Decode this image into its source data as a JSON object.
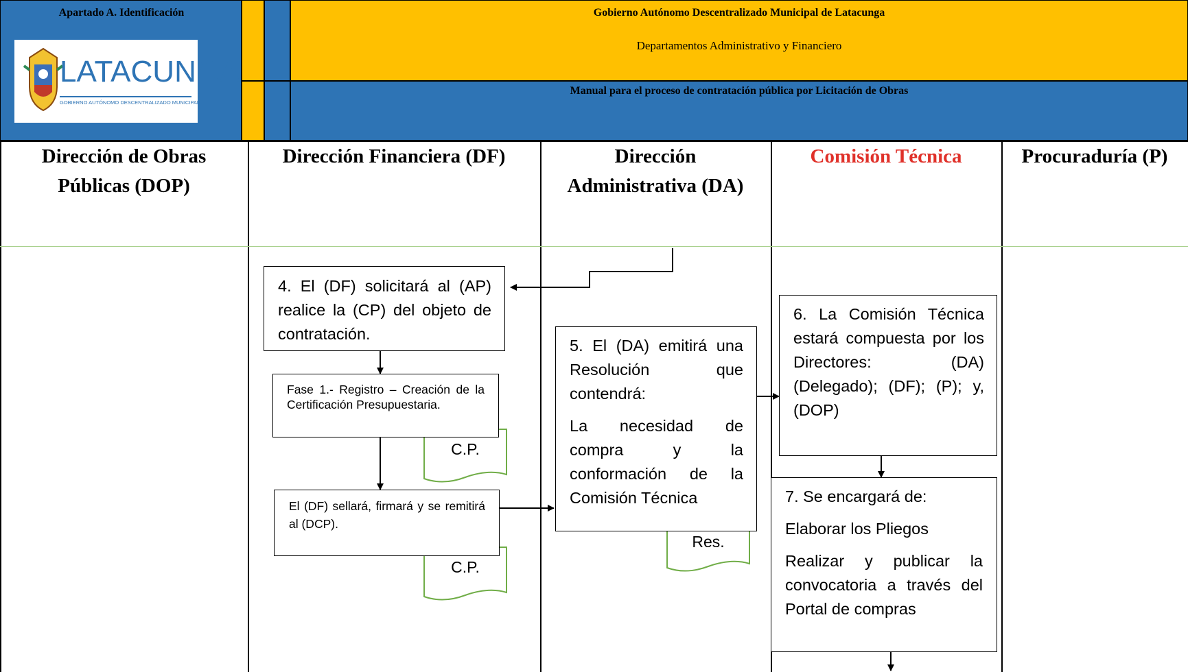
{
  "header": {
    "section_label": "Apartado  A. Identificación",
    "logo": {
      "wordmark": "LATACUNGA",
      "subtitle": "GOBIERNO AUTÓNOMO DESCENTRALIZADO MUNICIPAL"
    },
    "title": "Gobierno Autónomo Descentralizado Municipal de Latacunga",
    "subtitle": "Departamentos Administrativo y Financiero",
    "manual": "Manual para el proceso de contratación pública por Licitación de Obras"
  },
  "lanes": [
    {
      "title_line1": "Dirección de Obras",
      "title_line2": "Públicas (DOP)"
    },
    {
      "title_line1": "Dirección Financiera (DF)",
      "title_line2": ""
    },
    {
      "title_line1": "Dirección",
      "title_line2": "Administrativa (DA)"
    },
    {
      "title_line1": "Comisión Técnica",
      "title_line2": "",
      "color": "#E0312A"
    },
    {
      "title_line1": "Procuraduría  (P)",
      "title_line2": ""
    }
  ],
  "steps": {
    "step4": "4. El (DF) solicitará al (AP) realice la (CP) del objeto de contratación.",
    "fase1": "Fase 1.- Registro – Creación de la Certificación Presupuestaria.",
    "seal": "El (DF) sellará, firmará y se remitirá al (DCP).",
    "step5_intro": "5. El (DA) emitirá una Resolución que contendrá:",
    "step5_detail": "La necesidad de compra y la conformación de la Comisión Técnica",
    "step6": "6. La Comisión Técnica estará compuesta por los Directores: (DA) (Delegado); (DF); (P); y, (DOP)",
    "step7_intro": "7. Se encargará de:",
    "step7_a": "Elaborar los Pliegos",
    "step7_b": "Realizar y publicar la convocatoria a través del Portal de compras"
  },
  "documents": {
    "cp1": "C.P.",
    "cp2": "C.P.",
    "res": "Res."
  },
  "colors": {
    "header_blue": "#2E74B5",
    "header_yellow": "#FFC000",
    "document_outline": "#70AD47",
    "lane_divider": "#A9D18E",
    "highlight_red": "#E0312A"
  }
}
